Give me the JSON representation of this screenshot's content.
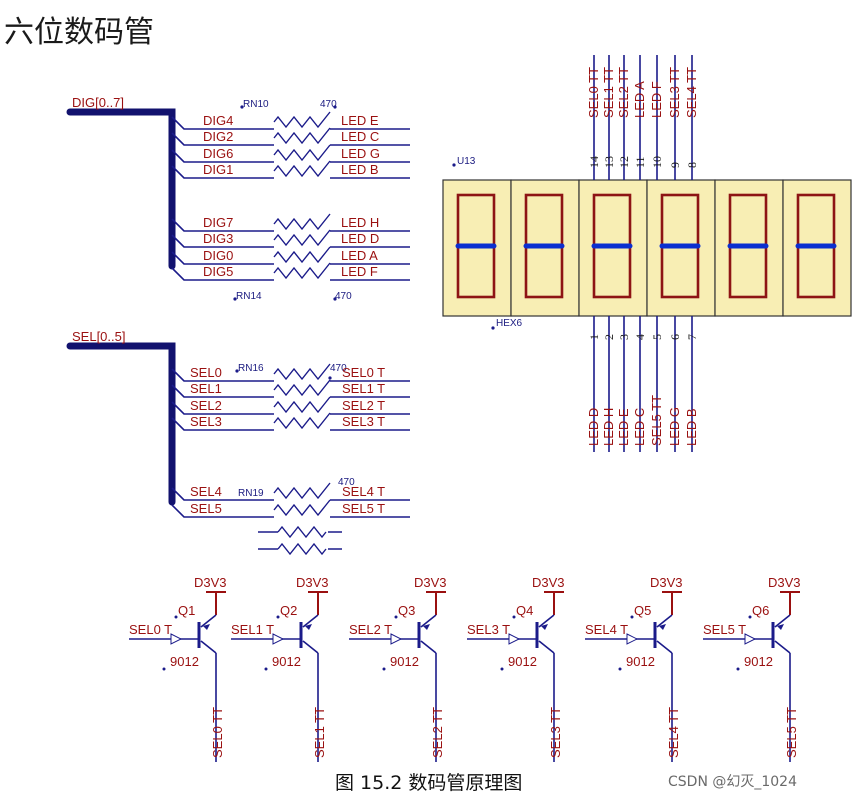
{
  "title": "六位数码管",
  "caption": "图 15.2 数码管原理图",
  "watermark": "CSDN @幻灭_1024",
  "colors": {
    "wire": "#1b1b8a",
    "label": "#9a1010",
    "bus": "#12126e",
    "display_fill": "#f8eeb4",
    "segment": "#8e1414",
    "segment_on": "#0a2fd0"
  },
  "dig_bus": {
    "label": "DIG[0..7]",
    "rn_top": "RN10",
    "rn_top_val": "470",
    "rn_bot": "RN14",
    "rn_bot_val": "470",
    "rows": [
      {
        "dig": "DIG4",
        "led": "LED_E"
      },
      {
        "dig": "DIG2",
        "led": "LED_C"
      },
      {
        "dig": "DIG6",
        "led": "LED_G"
      },
      {
        "dig": "DIG1",
        "led": "LED_B"
      },
      {
        "dig": "DIG7",
        "led": "LED_H"
      },
      {
        "dig": "DIG3",
        "led": "LED_D"
      },
      {
        "dig": "DIG0",
        "led": "LED_A"
      },
      {
        "dig": "DIG5",
        "led": "LED_F"
      }
    ]
  },
  "sel_bus": {
    "label": "SEL[0..5]",
    "rn_a": "RN16",
    "rn_a_val": "470",
    "rn_b": "RN19",
    "rn_b_val": "470",
    "rows": [
      {
        "sel": "SEL0",
        "out": "SEL0_T"
      },
      {
        "sel": "SEL1",
        "out": "SEL1_T"
      },
      {
        "sel": "SEL2",
        "out": "SEL2_T"
      },
      {
        "sel": "SEL3",
        "out": "SEL3_T"
      },
      {
        "sel": "SEL4",
        "out": "SEL4_T"
      },
      {
        "sel": "SEL5",
        "out": "SEL5_T"
      }
    ]
  },
  "display": {
    "ref_top": "U13",
    "ref_bot": "HEX6",
    "top_pins": [
      {
        "num": "14",
        "net": "SEL0_TT"
      },
      {
        "num": "13",
        "net": "SEL1_TT"
      },
      {
        "num": "12",
        "net": "SEL2_TT"
      },
      {
        "num": "11",
        "net": "LED_A"
      },
      {
        "num": "10",
        "net": "LED_F"
      },
      {
        "num": "9",
        "net": "SEL3_TT"
      },
      {
        "num": "8",
        "net": "SEL4_TT"
      }
    ],
    "bottom_pins": [
      {
        "num": "1",
        "net": "LED_D"
      },
      {
        "num": "2",
        "net": "LED_H"
      },
      {
        "num": "3",
        "net": "LED_E"
      },
      {
        "num": "4",
        "net": "LED_C"
      },
      {
        "num": "5",
        "net": "SEL5_TT"
      },
      {
        "num": "6",
        "net": "LED_G"
      },
      {
        "num": "7",
        "net": "LED_B"
      }
    ]
  },
  "transistors": [
    {
      "ref": "Q1",
      "part": "9012",
      "vcc": "D3V3",
      "in": "SEL0_T",
      "out": "SEL0_TT"
    },
    {
      "ref": "Q2",
      "part": "9012",
      "vcc": "D3V3",
      "in": "SEL1_T",
      "out": "SEL1_TT"
    },
    {
      "ref": "Q3",
      "part": "9012",
      "vcc": "D3V3",
      "in": "SEL2_T",
      "out": "SEL2_TT"
    },
    {
      "ref": "Q4",
      "part": "9012",
      "vcc": "D3V3",
      "in": "SEL3_T",
      "out": "SEL3_TT"
    },
    {
      "ref": "Q5",
      "part": "9012",
      "vcc": "D3V3",
      "in": "SEL4_T",
      "out": "SEL4_TT"
    },
    {
      "ref": "Q6",
      "part": "9012",
      "vcc": "D3V3",
      "in": "SEL5_T",
      "out": "SEL5_TT"
    }
  ]
}
